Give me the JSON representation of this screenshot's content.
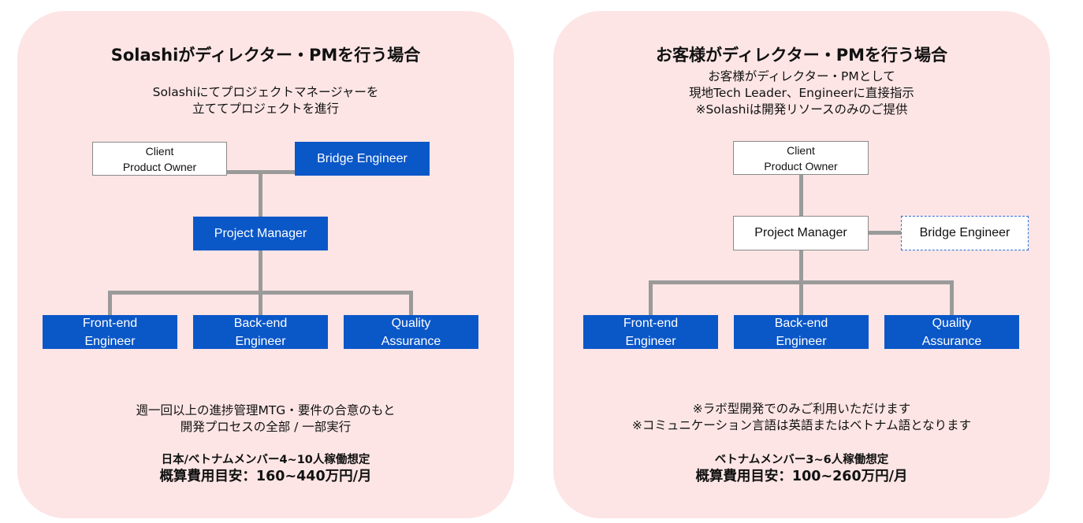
{
  "left": {
    "title": "Solashiがディレクター・PMを行う場合",
    "intro": [
      "Solashiにてプロジェクトマネージャーを",
      "立ててプロジェクトを進行"
    ],
    "nodes": {
      "client": "Client\nProduct Owner",
      "bridge": "Bridge Engineer",
      "pm": "Project Manager",
      "frontend": "Front-end\nEngineer",
      "backend": "Back-end\nEngineer",
      "qa": "Quality\nAssurance"
    },
    "notes": [
      "週一回以上の進捗管理MTG・要件の合意のもと",
      "開発プロセスの全部 / 一部実行"
    ],
    "members": "日本/ベトナムメンバー4~10人稼働想定",
    "price": "概算費用目安：160~440万円/月"
  },
  "right": {
    "title": "お客様がディレクター・PMを行う場合",
    "intro": [
      "お客様がディレクター・PMとして",
      "現地Tech Leader、Engineerに直接指示",
      "※Solashiは開発リソースのみのご提供"
    ],
    "nodes": {
      "client": "Client\nProduct Owner",
      "pm": "Project Manager",
      "bridge": "Bridge Engineer",
      "frontend": "Front-end\nEngineer",
      "backend": "Back-end\nEngineer",
      "qa": "Quality\nAssurance"
    },
    "notes": [
      "※ラボ型開発でのみご利用いただけます",
      "※コミュニケーション言語は英語またはベトナム語となります"
    ],
    "members": "ベトナムメンバー3~6人稼働想定",
    "price": "概算費用目安：100~260万円/月"
  },
  "colors": {
    "panel": "#fde5e5",
    "blue_box": "#0a57c8",
    "connector": "#9a9a9a",
    "dashed_border": "#2f6ed4"
  }
}
